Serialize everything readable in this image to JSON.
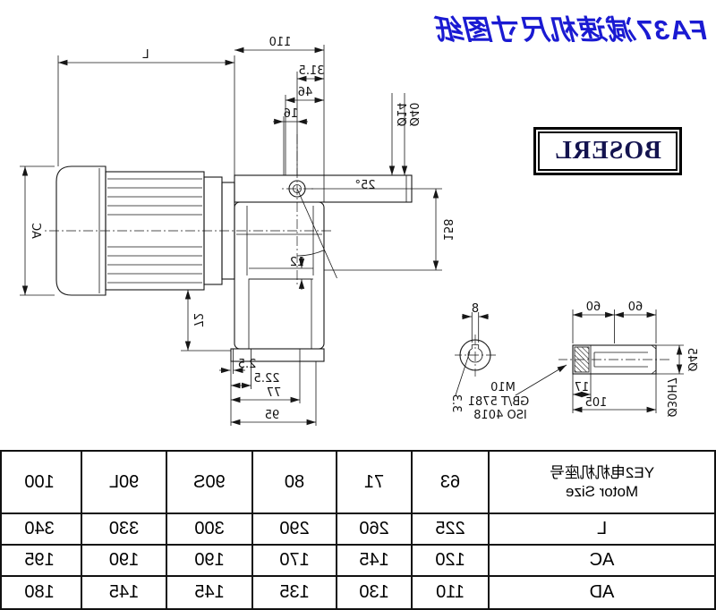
{
  "page": {
    "title": "FA37减速机尺寸图纸",
    "brand": "BOSERL"
  },
  "drawing": {
    "dims": {
      "L": "L",
      "w110": "110",
      "w31_5": "31.5",
      "w46": "46",
      "w16": "16",
      "phi40": "Ø40",
      "phi14": "Ø14",
      "ang25": "25°",
      "h158": "158",
      "AC": "AC",
      "h12": "12",
      "h72": "72",
      "b2_5": "2.5",
      "b22_5": "22.5",
      "b77": "77",
      "b95": "95",
      "key8": "8",
      "key3_3": "3.3",
      "s60a": "60",
      "s60b": "60",
      "s17": "17",
      "s105": "105",
      "phi30": "Ø30H7",
      "phi45": "Ø45",
      "m10": "M10",
      "gb": "GB/T 5781",
      "iso": "ISO 4018"
    }
  },
  "table": {
    "header": {
      "line1": "YE2电机机座号",
      "line2": "Motor Size"
    },
    "columns": [
      "63",
      "71",
      "80",
      "90S",
      "90L",
      "100"
    ],
    "rows": [
      {
        "label": "L",
        "values": [
          "225",
          "260",
          "290",
          "300",
          "330",
          "340"
        ]
      },
      {
        "label": "AC",
        "values": [
          "120",
          "145",
          "170",
          "190",
          "190",
          "195"
        ]
      },
      {
        "label": "AD",
        "values": [
          "110",
          "130",
          "135",
          "145",
          "145",
          "180"
        ]
      }
    ]
  }
}
